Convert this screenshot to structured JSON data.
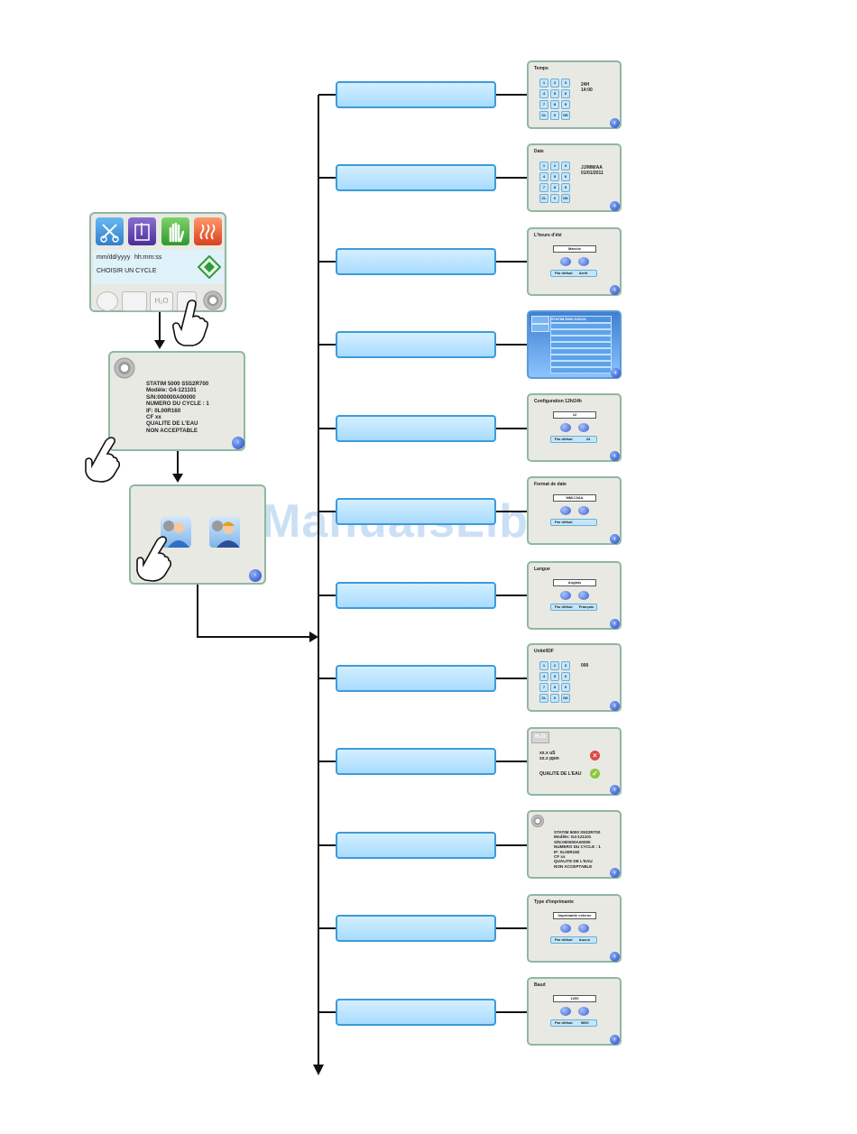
{
  "watermark": "ManualsLib.de",
  "home_screen": {
    "datetime_left": "mm/dd/yyyy",
    "datetime_right": "hh:mm:ss",
    "prompt": "CHOISIR UN CYCLE",
    "h2o_label": "H₂O",
    "icons": [
      "scissors-icon",
      "pouch-icon",
      "glove-icon",
      "heat-icon",
      "start-icon",
      "gauge-icon",
      "usb-icon",
      "water-icon",
      "printer-icon",
      "settings-gear-icon"
    ]
  },
  "info_screen": {
    "lines": [
      "STATIM 5000  S5S2R700",
      "Modèle: G4-121101",
      "S/N:000000A00000",
      "NUMERO DU CYCLE : 1",
      "IF: 0L00R160",
      "CF xx",
      "QUALITE DE L'EAU",
      "NON ACCEPTABLE"
    ]
  },
  "menu_thumbs": [
    {
      "title": "Temps",
      "extra": [
        "24H",
        "14:00"
      ]
    },
    {
      "title": "Date",
      "extra": [
        "JJ/MM/AA",
        "01/01/2011"
      ]
    },
    {
      "title": "L'heure d'été",
      "field": "Marche",
      "left": "Par défaut",
      "right": "Arrêt"
    },
    {
      "title": "",
      "header": "STATIM 5000  G4XXX"
    },
    {
      "title": "Configuration 12h/24h",
      "field": "12",
      "left": "Par défaut",
      "right": "24"
    },
    {
      "title": "Format de date",
      "field": "MM/JJ/AA",
      "left": "Par défaut",
      "right": ""
    },
    {
      "title": "Langue",
      "field": "Anglais",
      "left": "Par défaut",
      "right": "Français"
    },
    {
      "title": "Unité/IDF",
      "extra": [
        "000"
      ]
    },
    {
      "title": "",
      "h2o": "H₂O",
      "lines": [
        "xx.x uS",
        "xx.x ppm",
        "QUALITE DE L'EAU"
      ]
    },
    {
      "title": "",
      "lines": [
        "STATIM 5000  S5S2R700",
        "Modèle: G4-121101",
        "S/N:000000A00000",
        "NUMERO DU CYCLE : 1",
        "IF: 0L00R160",
        "CF xx",
        "QUALITE DE L'EAU",
        "NON ACCEPTABLE"
      ]
    },
    {
      "title": "Type d'imprimante",
      "field": "Imprimante externe",
      "left": "Par défaut",
      "right": "Aucun"
    },
    {
      "title": "Baud",
      "field": "1200",
      "left": "Par défaut",
      "right": "9600"
    }
  ],
  "keypad": [
    "1",
    "2",
    "3",
    "4",
    "5",
    "6",
    "7",
    "8",
    "9",
    "CL",
    "0",
    "OK"
  ],
  "colors": {
    "accent_bar": "#a8dbff",
    "screen_border": "#8fb7a2",
    "back_button": "#2647b8",
    "arrow": "#111111"
  }
}
